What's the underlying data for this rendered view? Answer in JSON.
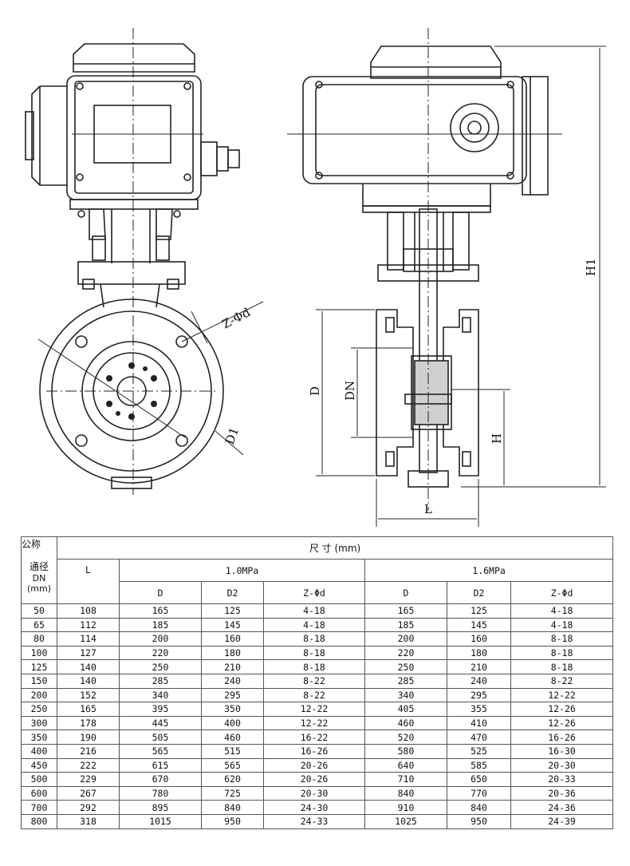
{
  "drawing": {
    "labels": {
      "z_phi_d": "Z-Φd",
      "d1": "D1",
      "d": "D",
      "dn": "DN",
      "h": "H",
      "h1": "H1",
      "l": "L"
    }
  },
  "table": {
    "header": {
      "nominal_top": "公称",
      "nominal_bottom": "通径",
      "nominal_dn": "DN",
      "nominal_unit": "(mm)",
      "dimensions": "尺   寸 (mm)",
      "l": "L",
      "group_1": "1.0MPa",
      "group_2": "1.6MPa",
      "col_d": "D",
      "col_d2": "D2",
      "col_z": "Z-Φd"
    },
    "rows": [
      [
        "50",
        "108",
        "165",
        "125",
        "4-18",
        "165",
        "125",
        "4-18"
      ],
      [
        "65",
        "112",
        "185",
        "145",
        "4-18",
        "185",
        "145",
        "4-18"
      ],
      [
        "80",
        "114",
        "200",
        "160",
        "8-18",
        "200",
        "160",
        "8-18"
      ],
      [
        "100",
        "127",
        "220",
        "180",
        "8-18",
        "220",
        "180",
        "8-18"
      ],
      [
        "125",
        "140",
        "250",
        "210",
        "8-18",
        "250",
        "210",
        "8-18"
      ],
      [
        "150",
        "140",
        "285",
        "240",
        "8-22",
        "285",
        "240",
        "8-22"
      ],
      [
        "200",
        "152",
        "340",
        "295",
        "8-22",
        "340",
        "295",
        "12-22"
      ],
      [
        "250",
        "165",
        "395",
        "350",
        "12-22",
        "405",
        "355",
        "12-26"
      ],
      [
        "300",
        "178",
        "445",
        "400",
        "12-22",
        "460",
        "410",
        "12-26"
      ],
      [
        "350",
        "190",
        "505",
        "460",
        "16-22",
        "520",
        "470",
        "16-26"
      ],
      [
        "400",
        "216",
        "565",
        "515",
        "16-26",
        "580",
        "525",
        "16-30"
      ],
      [
        "450",
        "222",
        "615",
        "565",
        "20-26",
        "640",
        "585",
        "20-30"
      ],
      [
        "500",
        "229",
        "670",
        "620",
        "20-26",
        "710",
        "650",
        "20-33"
      ],
      [
        "600",
        "267",
        "780",
        "725",
        "20-30",
        "840",
        "770",
        "20-36"
      ],
      [
        "700",
        "292",
        "895",
        "840",
        "24-30",
        "910",
        "840",
        "24-36"
      ],
      [
        "800",
        "318",
        "1015",
        "950",
        "24-33",
        "1025",
        "950",
        "24-39"
      ]
    ]
  }
}
